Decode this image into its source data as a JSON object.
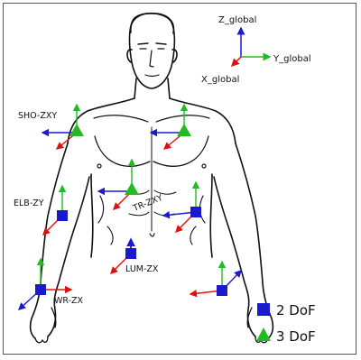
{
  "colors": {
    "x_axis": "#e01010",
    "y_axis": "#22bb22",
    "z_axis": "#1a1acc",
    "two_dof": "#1a1acc",
    "three_dof": "#22bb22",
    "outline": "#111111"
  },
  "global_frame": {
    "z_label": "Z_global",
    "y_label": "Y_global",
    "x_label": "X_global"
  },
  "joint_labels": {
    "shoulder": "SHO-ZXY",
    "elbow": "ELB-ZY",
    "trunk": "TR-ZXY",
    "lumbar": "LUM-ZX",
    "wrist": "WR-ZX"
  },
  "legend": {
    "two_dof": "2 DoF",
    "three_dof": "3 DoF"
  }
}
